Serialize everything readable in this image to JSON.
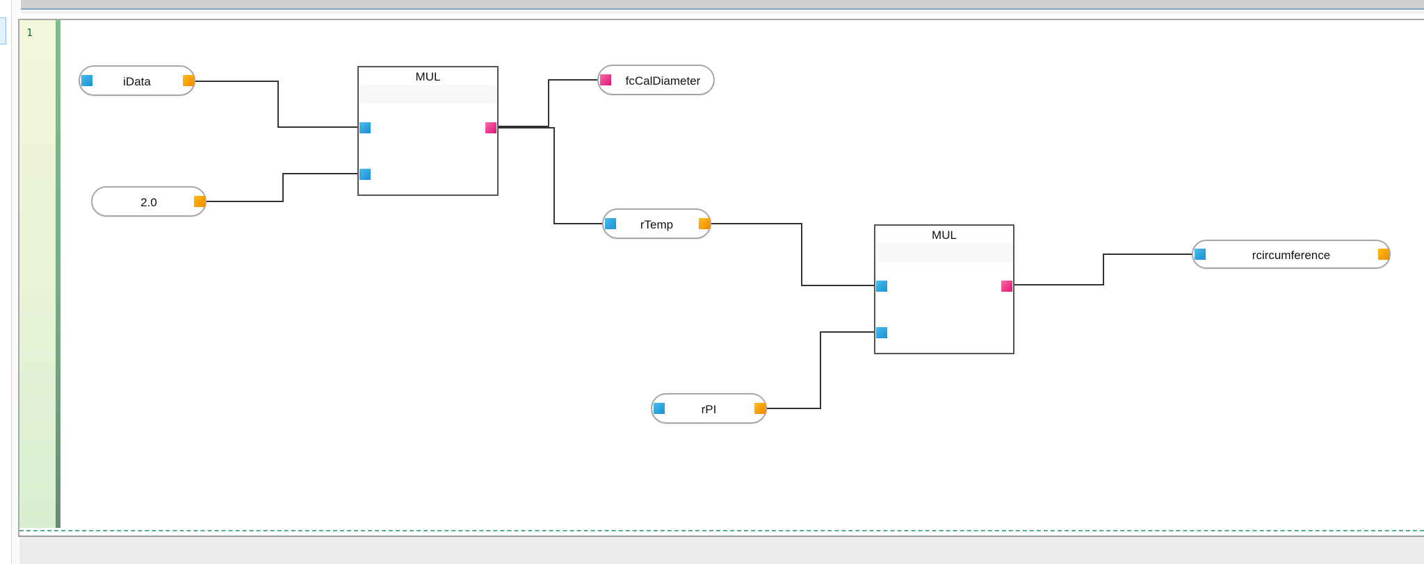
{
  "editor": {
    "rung_number": "1"
  },
  "diagram": {
    "variables": {
      "idata": {
        "label": "iData",
        "input_port": "blue",
        "output_port": "orange"
      },
      "const_2": {
        "label": "2.0",
        "output_port": "orange"
      },
      "fccaldiameter": {
        "label": "fcCalDiameter",
        "input_port": "pink"
      },
      "rtemp": {
        "label": "rTemp",
        "input_port": "blue",
        "output_port": "orange"
      },
      "rpi": {
        "label": "rPI",
        "input_port": "blue",
        "output_port": "orange"
      },
      "rcircumference": {
        "label": "rcircumference",
        "input_port": "blue",
        "output_port": "orange"
      }
    },
    "function_blocks": {
      "mul1": {
        "title": "MUL",
        "inputs": 2,
        "outputs": 1
      },
      "mul2": {
        "title": "MUL",
        "inputs": 2,
        "outputs": 1
      }
    },
    "connections": [
      {
        "from": "iData",
        "to": "MUL#1.in1"
      },
      {
        "from": "2.0",
        "to": "MUL#1.in2"
      },
      {
        "from": "MUL#1.out",
        "to": "fcCalDiameter"
      },
      {
        "from": "MUL#1.out",
        "to": "rTemp"
      },
      {
        "from": "rTemp",
        "to": "MUL#2.in1"
      },
      {
        "from": "rPI",
        "to": "MUL#2.in2"
      },
      {
        "from": "MUL#2.out",
        "to": "rcircumference"
      }
    ],
    "colors": {
      "input_port": "#1b8fd8",
      "output_port": "#f08800",
      "fb_output_port": "#e0147a",
      "wire": "#333333",
      "rung_gutter": "#e9f3d8",
      "rung_bar": "#76a983",
      "rung_end_dashes": "#4fb081"
    }
  }
}
